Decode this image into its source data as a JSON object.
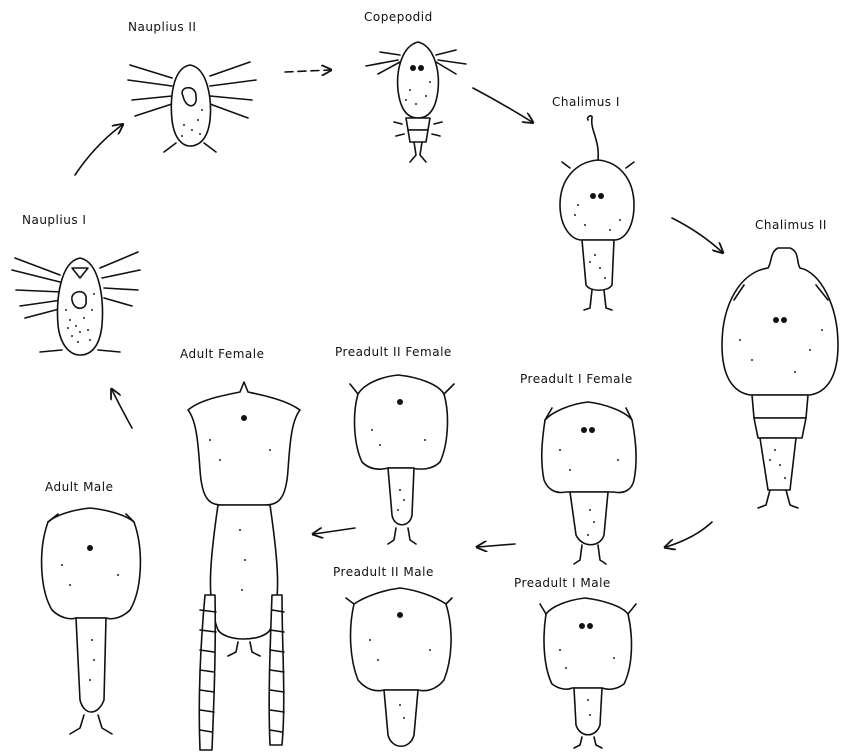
{
  "diagram": {
    "stages": {
      "nauplius_1": "Nauplius I",
      "nauplius_2": "Nauplius II",
      "copepodid": "Copepodid",
      "chalimus_1": "Chalimus I",
      "chalimus_2": "Chalimus II",
      "preadult_1_female": "Preadult I Female",
      "preadult_2_female": "Preadult II Female",
      "adult_female": "Adult Female",
      "preadult_1_male": "Preadult I Male",
      "preadult_2_male": "Preadult II Male",
      "adult_male": "Adult Male"
    },
    "colors": {
      "ink": "#111111",
      "paper": "#ffffff"
    }
  }
}
